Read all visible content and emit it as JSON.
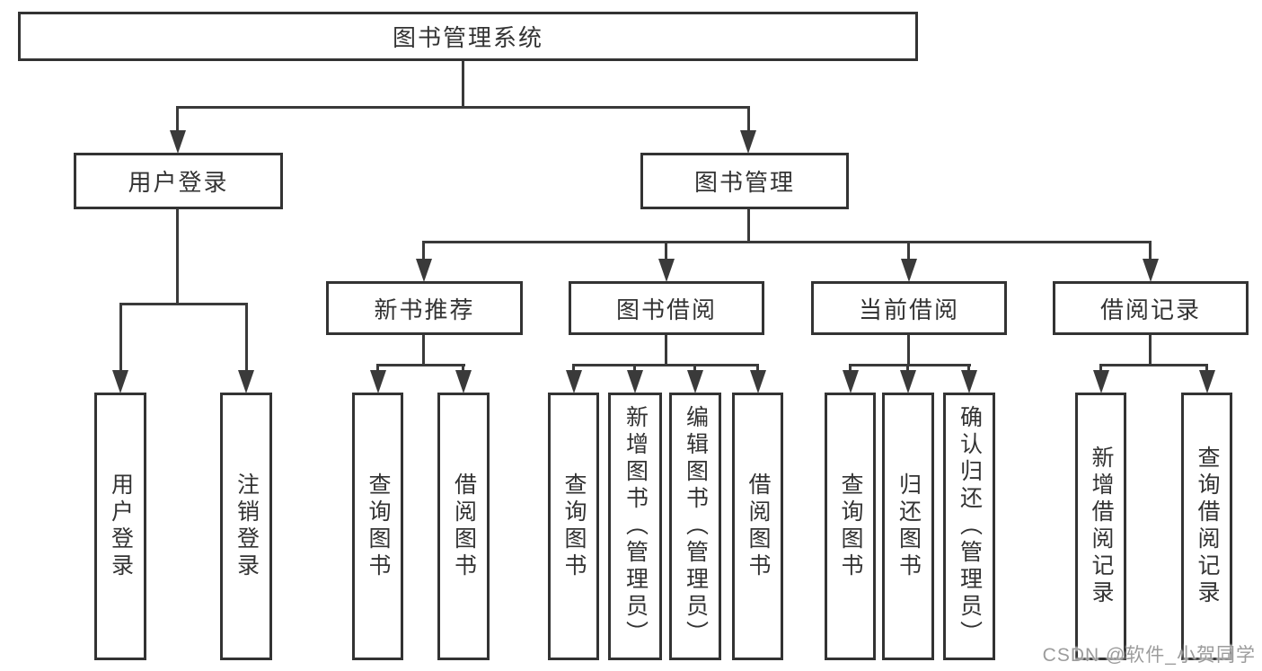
{
  "diagram_title": "图书管理系统",
  "colors": {
    "line": "#3a3a3a",
    "box_border": "#333333",
    "box_background": "#ffffff",
    "text": "#333333",
    "watermark": "#9c9c9c",
    "page_background": "#ffffff"
  },
  "watermark": {
    "text": "CSDN @软件_小贺同学"
  },
  "tree": {
    "label": "图书管理系统",
    "children": [
      {
        "label": "用户登录",
        "children": [
          {
            "label": "用户登录"
          },
          {
            "label": "注销登录"
          }
        ]
      },
      {
        "label": "图书管理",
        "children": [
          {
            "label": "新书推荐",
            "children": [
              {
                "label": "查询图书"
              },
              {
                "label": "借阅图书"
              }
            ]
          },
          {
            "label": "图书借阅",
            "children": [
              {
                "label": "查询图书"
              },
              {
                "label": "新增图书（管理员）"
              },
              {
                "label": "编辑图书（管理员）"
              },
              {
                "label": "借阅图书"
              }
            ]
          },
          {
            "label": "当前借阅",
            "children": [
              {
                "label": "查询图书"
              },
              {
                "label": "归还图书"
              },
              {
                "label": "确认归还（管理员）"
              }
            ]
          },
          {
            "label": "借阅记录",
            "children": [
              {
                "label": "新增借阅记录"
              },
              {
                "label": "查询借阅记录"
              }
            ]
          }
        ]
      }
    ]
  }
}
